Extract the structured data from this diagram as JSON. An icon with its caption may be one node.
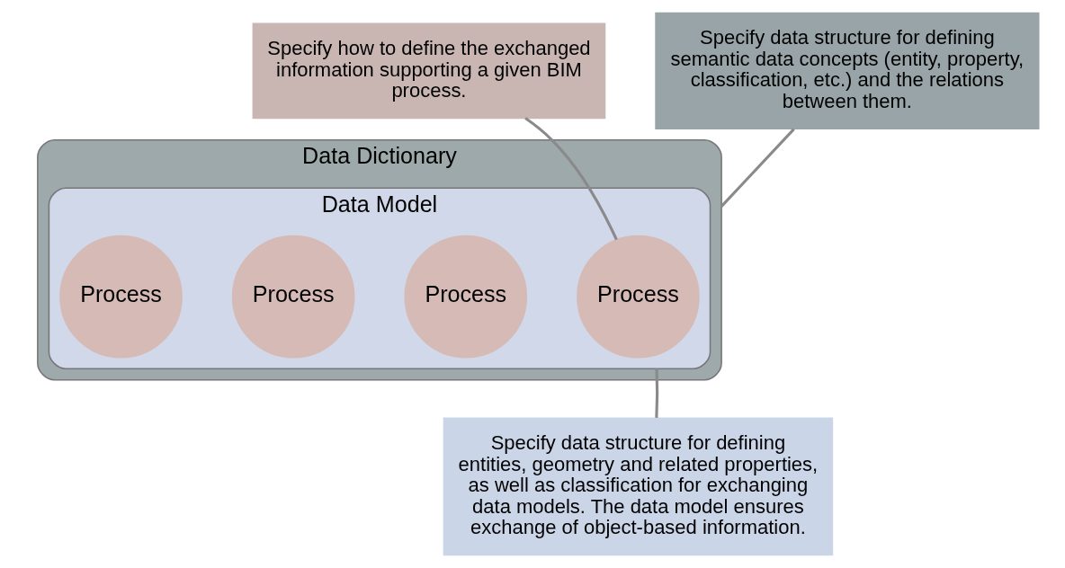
{
  "diagram": {
    "nodes": [
      {
        "text": [
          "Specify how to define the exchanged information supporting a given BIM process."
        ]
      },
      {
        "text": [
          "Specify data structure for defining semantic data concepts (entity, property, classification, etc.) and the relations between them."
        ]
      },
      {
        "text": [
          "Data Dictionary"
        ]
      },
      {
        "text": [
          "Data Model"
        ],
        "in": 2
      },
      {
        "text": [
          "Process"
        ],
        "in": 3
      },
      {
        "text": [
          "Process"
        ],
        "in": 3
      },
      {
        "text": [
          "Process"
        ],
        "in": 3
      },
      {
        "text": [
          "Process"
        ],
        "in": 3
      },
      {
        "text": [
          "Specify data structure for defining entities, geometry and related properties, as well as classification for exchanging data models. The data model ensures exchange of object-based information."
        ]
      }
    ],
    "edges": [
      {
        "from": 0,
        "to": 4,
        "arrow": "none"
      },
      {
        "from": 1,
        "to": 2,
        "arrow": "none"
      },
      {
        "from": 8,
        "to": 3,
        "arrow": "none"
      }
    ]
  }
}
